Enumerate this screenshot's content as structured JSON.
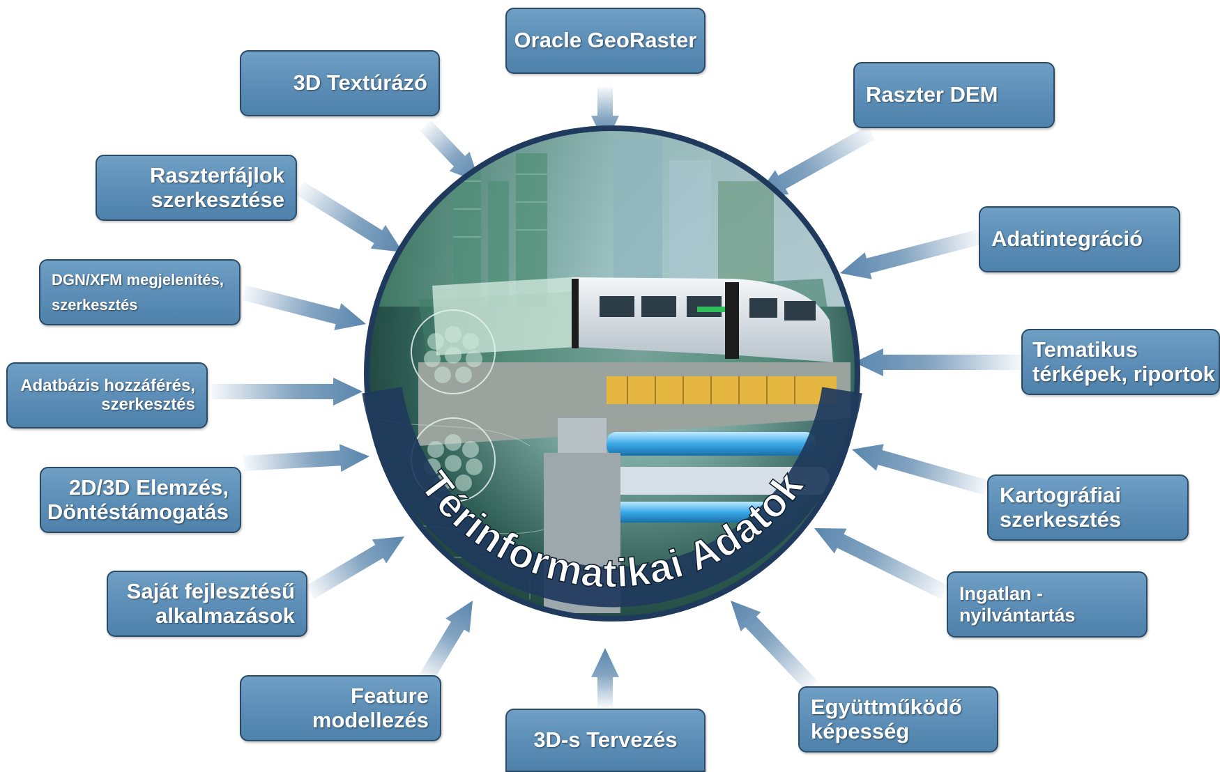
{
  "center": {
    "label": "Térinformatikai Adatok"
  },
  "boxes": {
    "oracle_georaster": [
      "Oracle GeoRaster"
    ],
    "textura": [
      "3D Textúrázó"
    ],
    "raszter_dem": [
      "Raszter DEM"
    ],
    "raszterfajlok": [
      "Raszterfájlok",
      "szerkesztése"
    ],
    "adatintegracio": [
      "Adatintegráció"
    ],
    "dgn_xfm": [
      "DGN/XFM megjelenítés,",
      "szerkesztés"
    ],
    "tematikus": [
      "Tematikus",
      "térképek, riportok"
    ],
    "adatbazis": [
      "Adatbázis  hozzáférés,",
      "szerkesztés"
    ],
    "elemzes": [
      "2D/3D Elemzés,",
      "Döntéstámogatás"
    ],
    "kartografiai": [
      "Kartográfiai",
      "szerkesztés"
    ],
    "sajat": [
      "Saját fejlesztésű",
      "alkalmazások"
    ],
    "ingatlan": [
      "Ingatlan -",
      "nyilvántartás"
    ],
    "feature": [
      "Feature",
      "modellezés"
    ],
    "tervezes": [
      "3D-s Tervezés"
    ],
    "egyuttmukodo": [
      "Együttműködő",
      "képesség"
    ]
  },
  "colors": {
    "box_fill": "#5b8db6",
    "box_border": "#2a4a66",
    "arrow": "#5a86ad",
    "ring": "#1f3a5c"
  }
}
